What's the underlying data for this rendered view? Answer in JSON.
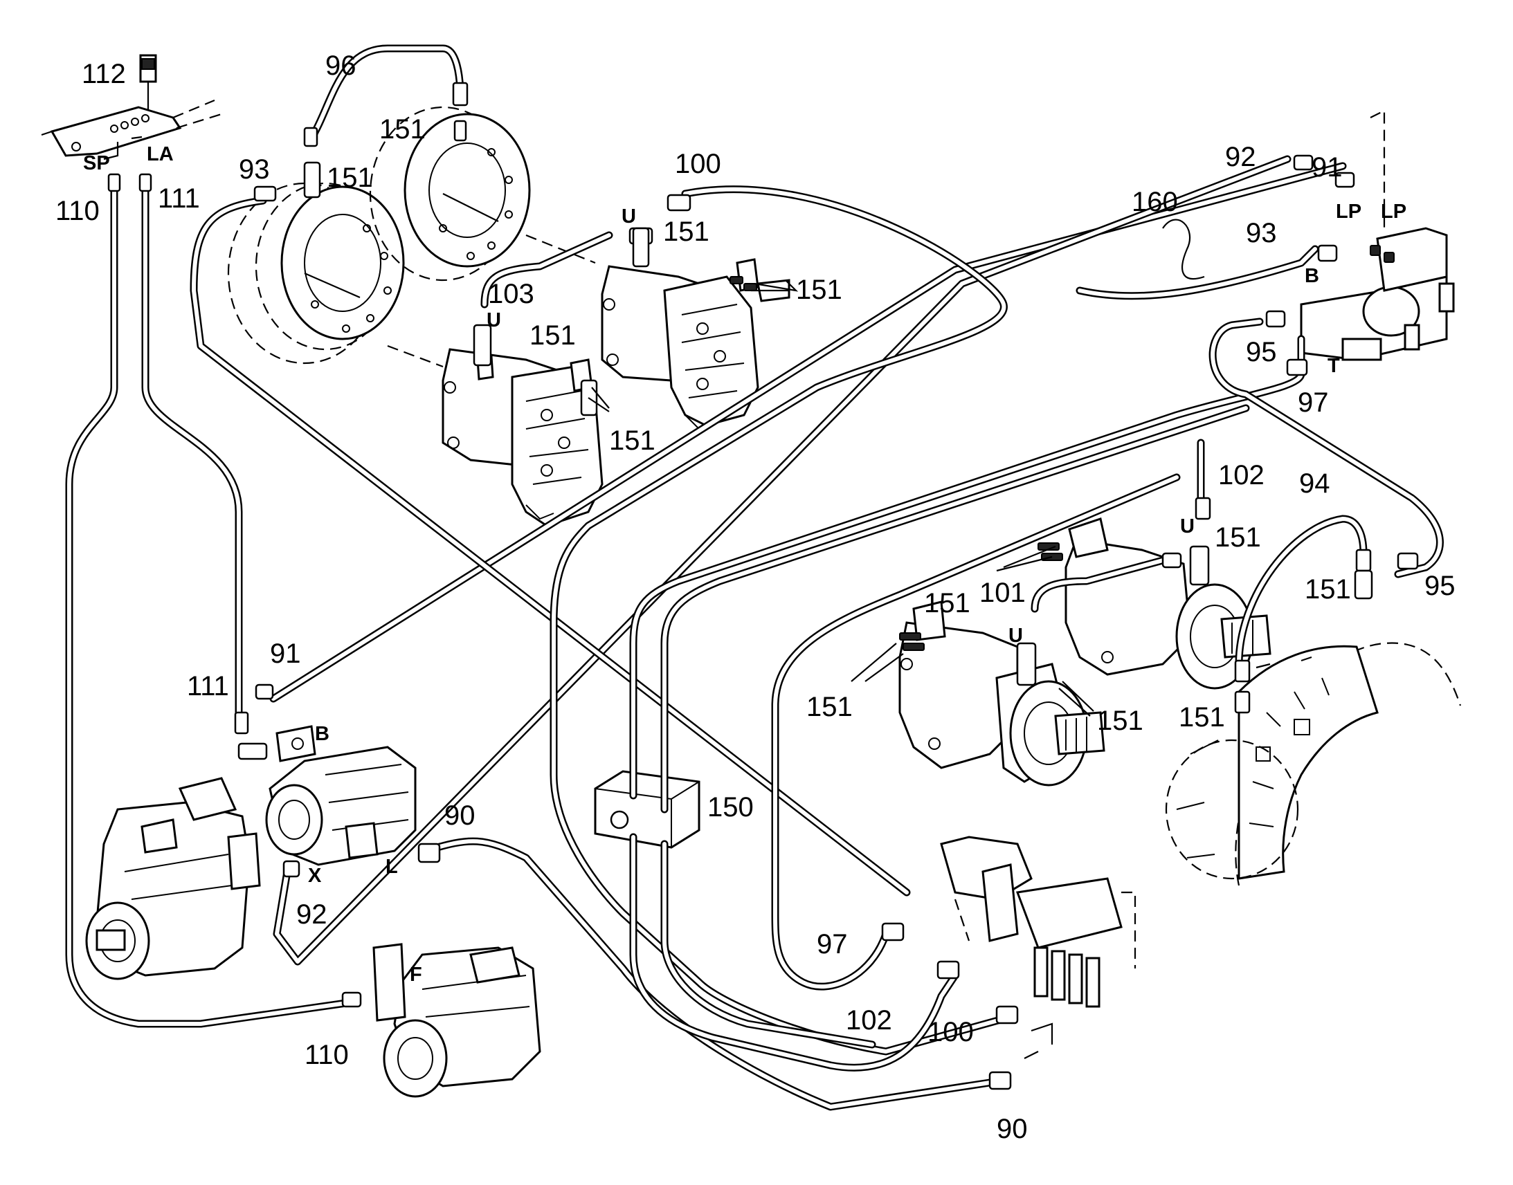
{
  "labels": {
    "n112": "112",
    "n96": "96",
    "n151_top": "151",
    "n93_left": "93",
    "n151_a": "151",
    "n100_top": "100",
    "n92_top": "92",
    "n91_top": "91",
    "n160": "160",
    "n93_right": "93",
    "n110_left": "110",
    "n111_top": "111",
    "n151_u_top": "151",
    "n103": "103",
    "n151_b": "151",
    "n151_c": "151",
    "n151_d": "151",
    "n95_top": "95",
    "n97_top": "97",
    "n102_top": "102",
    "n94": "94",
    "n151_e": "151",
    "n151_f": "151",
    "n101": "101",
    "n95_right": "95",
    "n151_g": "151",
    "n91_mid": "91",
    "n111_mid": "111",
    "n151_h": "151",
    "n151_i": "151",
    "n151_j": "151",
    "n150": "150",
    "n90_mid": "90",
    "n92_mid": "92",
    "n97_low": "97",
    "n110_bottom": "110",
    "n102_low": "102",
    "n100_low": "100",
    "n90_bottom": "90"
  },
  "ports": {
    "sp": "SP",
    "la": "LA",
    "u1": "U",
    "u2": "U",
    "u3": "U",
    "u4": "U",
    "lp1": "LP",
    "lp2": "LP",
    "b_right": "B",
    "t": "T",
    "b_left": "B",
    "x": "X",
    "l": "L",
    "f": "F"
  }
}
